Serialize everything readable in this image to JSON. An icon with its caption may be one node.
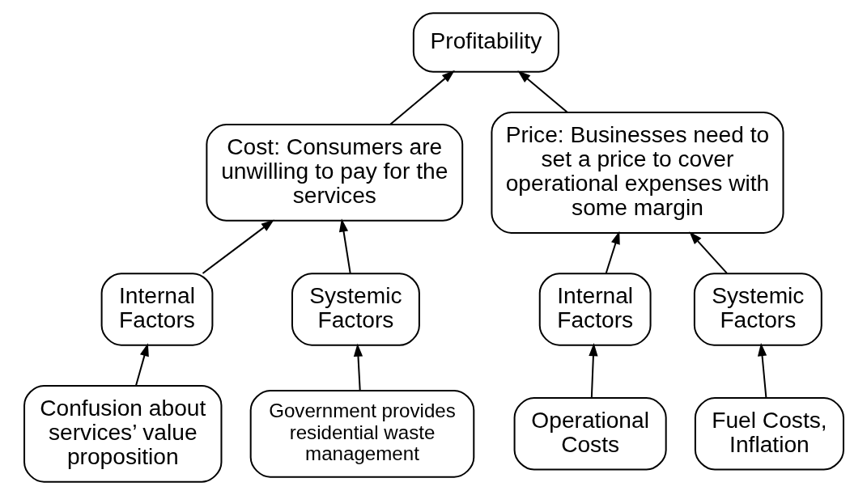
{
  "diagram": {
    "nodes": [
      {
        "text": [
          "Profitability"
        ]
      },
      {
        "text": [
          "Cost: Consumers are unwilling to pay for the services"
        ]
      },
      {
        "text": [
          "Price: Businesses need to set a price to cover operational expenses with some margin"
        ]
      },
      {
        "text": [
          "Internal Factors"
        ]
      },
      {
        "text": [
          "Systemic Factors"
        ]
      },
      {
        "text": [
          "Internal Factors"
        ]
      },
      {
        "text": [
          "Systemic Factors"
        ]
      },
      {
        "text": [
          "Confusion about services’ value proposition"
        ]
      },
      {
        "text": [
          "Government provides residential waste management"
        ]
      },
      {
        "text": [
          "Operational Costs"
        ]
      },
      {
        "text": [
          "Fuel Costs, Inflation"
        ]
      }
    ],
    "edges": [
      {
        "from": 1,
        "to": 0,
        "arrow": "to"
      },
      {
        "from": 2,
        "to": 0,
        "arrow": "to"
      },
      {
        "from": 3,
        "to": 1,
        "arrow": "to"
      },
      {
        "from": 4,
        "to": 1,
        "arrow": "to"
      },
      {
        "from": 5,
        "to": 2,
        "arrow": "to"
      },
      {
        "from": 6,
        "to": 2,
        "arrow": "to"
      },
      {
        "from": 7,
        "to": 3,
        "arrow": "to"
      },
      {
        "from": 8,
        "to": 4,
        "arrow": "to"
      },
      {
        "from": 9,
        "to": 5,
        "arrow": "to"
      },
      {
        "from": 10,
        "to": 6,
        "arrow": "to"
      }
    ]
  }
}
